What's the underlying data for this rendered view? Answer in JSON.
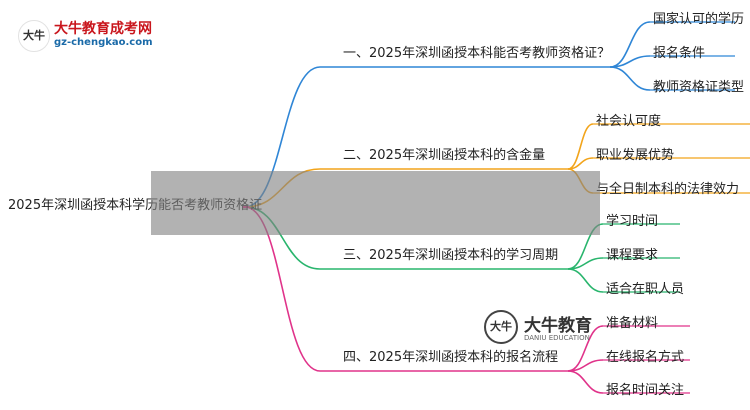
{
  "brand": {
    "title": "大牛教育成考网",
    "url": "gz-chengkao.com",
    "logo_glyph": "大牛"
  },
  "watermark": {
    "name": "大牛教育",
    "sub": "DANIU EDUCATION",
    "glyph": "大牛"
  },
  "root": "2025年深圳函授本科学历能否考教师资格证",
  "branches": [
    {
      "label": "一、2025年深圳函授本科能否考教师资格证？",
      "color": "#2f86d6",
      "children": [
        "国家认可的学历",
        "报名条件",
        "教师资格证类型"
      ]
    },
    {
      "label": "二、2025年深圳函授本科的含金量",
      "color": "#f2a41b",
      "children": [
        "社会认可度",
        "职业发展优势",
        "与全日制本科的法律效力"
      ]
    },
    {
      "label": "三、2025年深圳函授本科的学习周期",
      "color": "#29b56d",
      "children": [
        "学习时间",
        "课程要求",
        "适合在职人员"
      ]
    },
    {
      "label": "四、2025年深圳函授本科的报名流程",
      "color": "#e0338a",
      "children": [
        "准备材料",
        "在线报名方式",
        "报名时间关注"
      ]
    }
  ]
}
